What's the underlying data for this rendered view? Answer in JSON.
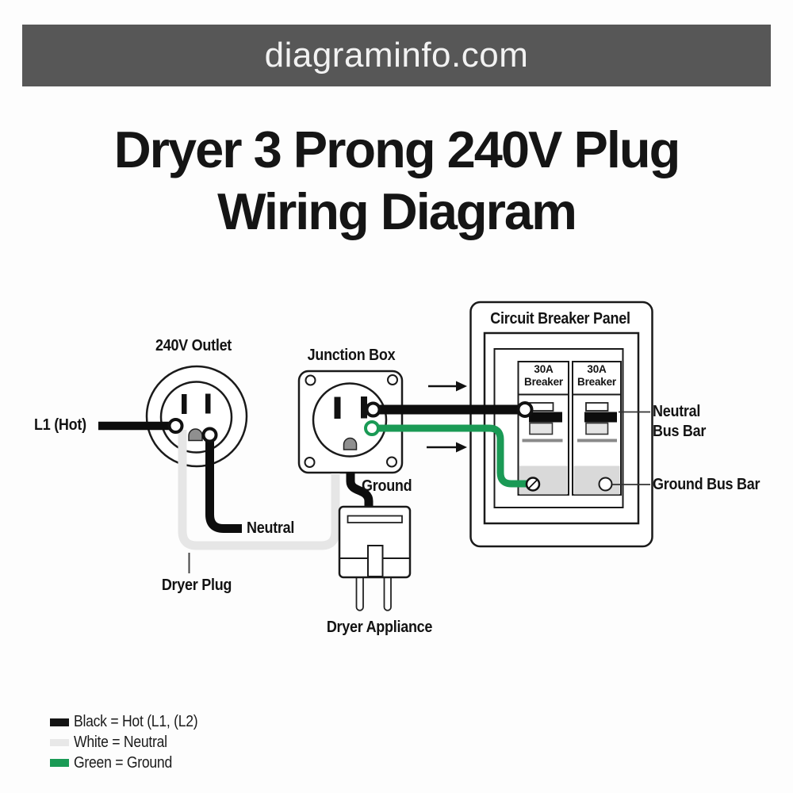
{
  "banner": {
    "site": "diagraminfo.com",
    "bg": "#575757"
  },
  "title": {
    "line1": "Dryer 3 Prong 240V Plug",
    "line2": "Wiring Diagram"
  },
  "labels": {
    "outlet": "240V Outlet",
    "junction_box": "Junction Box",
    "l1_hot": "L1 (Hot)",
    "neutral": "Neutral",
    "ground": "Ground",
    "dryer_plug": "Dryer Plug",
    "dryer_appliance": "Dryer Appliance",
    "panel": "Circuit Breaker Panel",
    "breaker": "30A\nBreaker",
    "neutral_bus_bar": "Neutral\nBus Bar",
    "ground_bus_bar": "Ground Bus Bar"
  },
  "legend": [
    {
      "swatch_color": "#141414",
      "label": "Black = Hot (L1, (L2)"
    },
    {
      "swatch_color": "#e8e8e8",
      "label": "White = Neutral"
    },
    {
      "swatch_color": "#1a9a55",
      "label": "Green = Ground"
    }
  ],
  "colors": {
    "hot_wire": "#0d0d0d",
    "neutral_wire": "#e6e6e6",
    "ground_wire": "#1a9a55",
    "banner_bg": "#575757",
    "breaker_body_gray": "#d9d9d9"
  }
}
